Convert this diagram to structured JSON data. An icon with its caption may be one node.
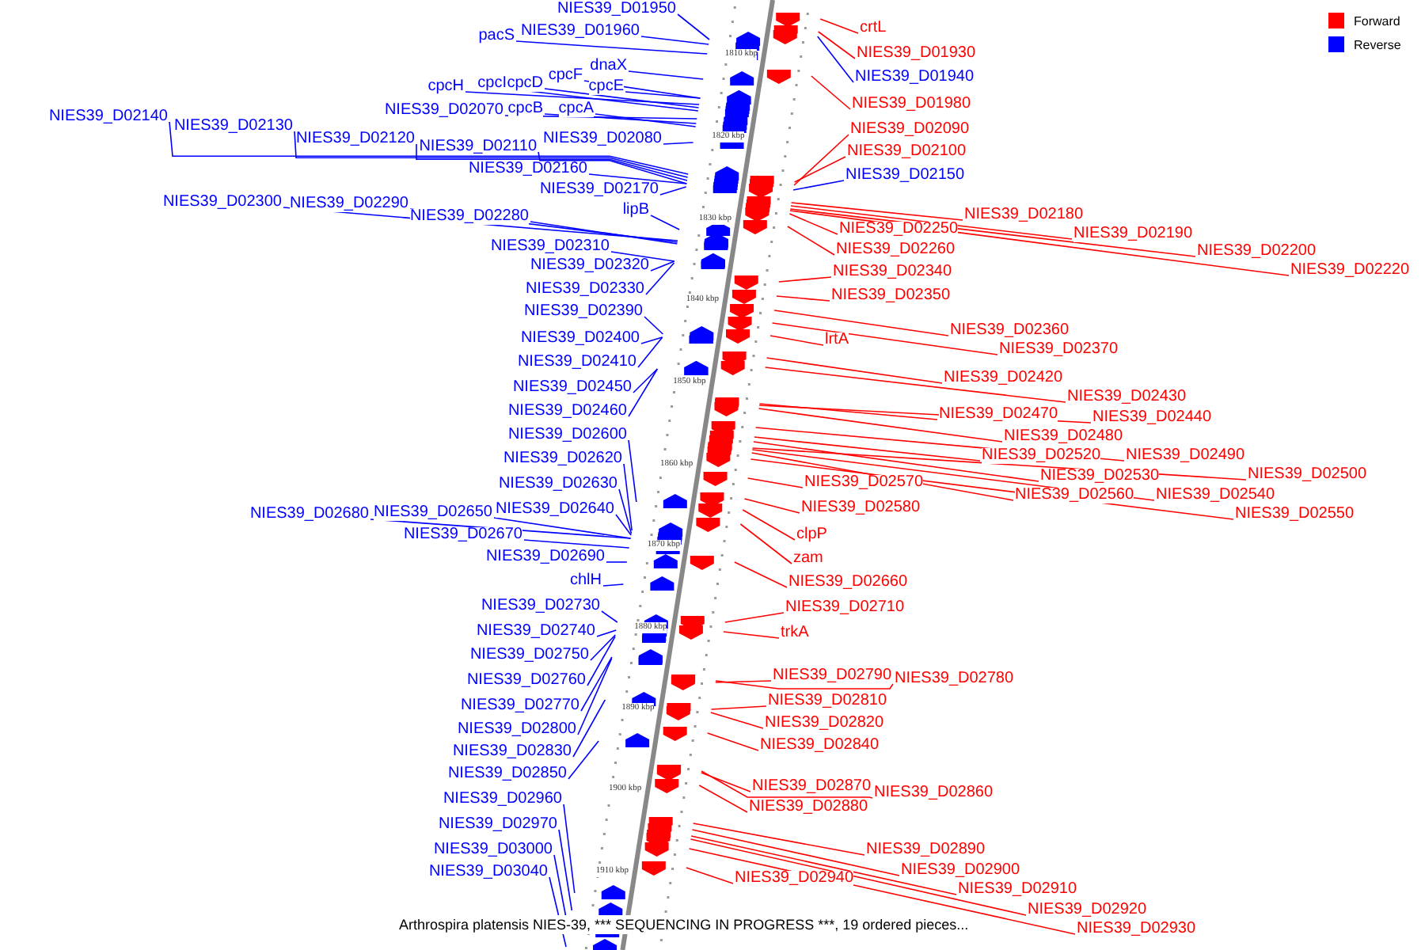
{
  "diagram": {
    "caption": "Arthrospira platensis NIES-39, *** SEQUENCING IN PROGRESS ***, 19 ordered pieces...",
    "nodes": [
      {
        "text": [
          "NIES39_D01950"
        ]
      },
      {
        "text": [
          "pacS"
        ]
      },
      {
        "text": [
          "NIES39_D01960"
        ]
      },
      {
        "text": [
          "dnaX"
        ]
      },
      {
        "text": [
          "cpcF"
        ]
      },
      {
        "text": [
          "cpcE"
        ]
      },
      {
        "text": [
          "cpcH"
        ]
      },
      {
        "text": [
          "cpcI"
        ]
      },
      {
        "text": [
          "cpcD"
        ]
      },
      {
        "text": [
          "NIES39_D02070"
        ]
      },
      {
        "text": [
          "cpcB"
        ]
      },
      {
        "text": [
          "cpcA"
        ]
      },
      {
        "text": [
          "NIES39_D02140"
        ]
      },
      {
        "text": [
          "NIES39_D02130"
        ]
      },
      {
        "text": [
          "NIES39_D02120"
        ]
      },
      {
        "text": [
          "NIES39_D02110"
        ]
      },
      {
        "text": [
          "NIES39_D02080"
        ]
      },
      {
        "text": [
          "NIES39_D02160"
        ]
      },
      {
        "text": [
          "NIES39_D02170"
        ]
      },
      {
        "text": [
          "NIES39_D02300"
        ]
      },
      {
        "text": [
          "NIES39_D02290"
        ]
      },
      {
        "text": [
          "NIES39_D02280"
        ]
      },
      {
        "text": [
          "lipB"
        ]
      },
      {
        "text": [
          "NIES39_D02310"
        ]
      },
      {
        "text": [
          "NIES39_D02320"
        ]
      },
      {
        "text": [
          "NIES39_D02330"
        ]
      },
      {
        "text": [
          "NIES39_D02390"
        ]
      },
      {
        "text": [
          "NIES39_D02400"
        ]
      },
      {
        "text": [
          "NIES39_D02410"
        ]
      },
      {
        "text": [
          "NIES39_D02450"
        ]
      },
      {
        "text": [
          "NIES39_D02460"
        ]
      },
      {
        "text": [
          "NIES39_D02600"
        ]
      },
      {
        "text": [
          "NIES39_D02620"
        ]
      },
      {
        "text": [
          "NIES39_D02630"
        ]
      },
      {
        "text": [
          "NIES39_D02680"
        ]
      },
      {
        "text": [
          "NIES39_D02650"
        ]
      },
      {
        "text": [
          "NIES39_D02640"
        ]
      },
      {
        "text": [
          "NIES39_D02670"
        ]
      },
      {
        "text": [
          "NIES39_D02690"
        ]
      },
      {
        "text": [
          "chlH"
        ]
      },
      {
        "text": [
          "NIES39_D02730"
        ]
      },
      {
        "text": [
          "NIES39_D02740"
        ]
      },
      {
        "text": [
          "NIES39_D02750"
        ]
      },
      {
        "text": [
          "NIES39_D02760"
        ]
      },
      {
        "text": [
          "NIES39_D02770"
        ]
      },
      {
        "text": [
          "NIES39_D02800"
        ]
      },
      {
        "text": [
          "NIES39_D02830"
        ]
      },
      {
        "text": [
          "NIES39_D02850"
        ]
      },
      {
        "text": [
          "NIES39_D02960"
        ]
      },
      {
        "text": [
          "NIES39_D02970"
        ]
      },
      {
        "text": [
          "NIES39_D03000"
        ]
      },
      {
        "text": [
          "NIES39_D03040"
        ]
      },
      {
        "text": [
          "crtL"
        ]
      },
      {
        "text": [
          "NIES39_D01930"
        ]
      },
      {
        "text": [
          "NIES39_D01940"
        ]
      },
      {
        "text": [
          "NIES39_D01980"
        ]
      },
      {
        "text": [
          "NIES39_D02090"
        ]
      },
      {
        "text": [
          "NIES39_D02100"
        ]
      },
      {
        "text": [
          "NIES39_D02150"
        ]
      },
      {
        "text": [
          "NIES39_D02180"
        ]
      },
      {
        "text": [
          "NIES39_D02250"
        ]
      },
      {
        "text": [
          "NIES39_D02190"
        ]
      },
      {
        "text": [
          "NIES39_D02200"
        ]
      },
      {
        "text": [
          "NIES39_D02260"
        ]
      },
      {
        "text": [
          "NIES39_D02220"
        ]
      },
      {
        "text": [
          "NIES39_D02340"
        ]
      },
      {
        "text": [
          "NIES39_D02350"
        ]
      },
      {
        "text": [
          "NIES39_D02360"
        ]
      },
      {
        "text": [
          "lrtA"
        ]
      },
      {
        "text": [
          "NIES39_D02370"
        ]
      },
      {
        "text": [
          "NIES39_D02420"
        ]
      },
      {
        "text": [
          "NIES39_D02430"
        ]
      },
      {
        "text": [
          "NIES39_D02470"
        ]
      },
      {
        "text": [
          "NIES39_D02440"
        ]
      },
      {
        "text": [
          "NIES39_D02480"
        ]
      },
      {
        "text": [
          "NIES39_D02520"
        ]
      },
      {
        "text": [
          "NIES39_D02490"
        ]
      },
      {
        "text": [
          "NIES39_D02530"
        ]
      },
      {
        "text": [
          "NIES39_D02500"
        ]
      },
      {
        "text": [
          "NIES39_D02570"
        ]
      },
      {
        "text": [
          "NIES39_D02560"
        ]
      },
      {
        "text": [
          "NIES39_D02540"
        ]
      },
      {
        "text": [
          "NIES39_D02550"
        ]
      },
      {
        "text": [
          "NIES39_D02580"
        ]
      },
      {
        "text": [
          "clpP"
        ]
      },
      {
        "text": [
          "zam"
        ]
      },
      {
        "text": [
          "NIES39_D02660"
        ]
      },
      {
        "text": [
          "NIES39_D02710"
        ]
      },
      {
        "text": [
          "trkA"
        ]
      },
      {
        "text": [
          "NIES39_D02790"
        ]
      },
      {
        "text": [
          "NIES39_D02780"
        ]
      },
      {
        "text": [
          "NIES39_D02810"
        ]
      },
      {
        "text": [
          "NIES39_D02820"
        ]
      },
      {
        "text": [
          "NIES39_D02840"
        ]
      },
      {
        "text": [
          "NIES39_D02870"
        ]
      },
      {
        "text": [
          "NIES39_D02860"
        ]
      },
      {
        "text": [
          "NIES39_D02880"
        ]
      },
      {
        "text": [
          "NIES39_D02890"
        ]
      },
      {
        "text": [
          "NIES39_D02900"
        ]
      },
      {
        "text": [
          "NIES39_D02910"
        ]
      },
      {
        "text": [
          "NIES39_D02920"
        ]
      },
      {
        "text": [
          "NIES39_D02930"
        ]
      },
      {
        "text": [
          "NIES39_D02940"
        ]
      }
    ],
    "edges": [
      {
        "from": 0,
        "to": null,
        "arrow": "none"
      },
      {
        "from": 1,
        "to": null,
        "arrow": "none"
      },
      {
        "from": 2,
        "to": null,
        "arrow": "none"
      },
      {
        "from": 3,
        "to": null,
        "arrow": "none"
      },
      {
        "from": 4,
        "to": null,
        "arrow": "none"
      },
      {
        "from": 5,
        "to": null,
        "arrow": "none"
      },
      {
        "from": 6,
        "to": null,
        "arrow": "none"
      },
      {
        "from": 7,
        "to": null,
        "arrow": "none"
      },
      {
        "from": 8,
        "to": null,
        "arrow": "none"
      },
      {
        "from": 9,
        "to": null,
        "arrow": "none"
      },
      {
        "from": 10,
        "to": null,
        "arrow": "none"
      },
      {
        "from": 11,
        "to": null,
        "arrow": "none"
      },
      {
        "from": 12,
        "to": null,
        "arrow": "none"
      },
      {
        "from": 13,
        "to": null,
        "arrow": "none"
      },
      {
        "from": 14,
        "to": null,
        "arrow": "none"
      },
      {
        "from": 15,
        "to": null,
        "arrow": "none"
      },
      {
        "from": 16,
        "to": null,
        "arrow": "none"
      },
      {
        "from": 17,
        "to": null,
        "arrow": "none"
      },
      {
        "from": 18,
        "to": null,
        "arrow": "none"
      },
      {
        "from": 19,
        "to": null,
        "arrow": "none"
      },
      {
        "from": 20,
        "to": null,
        "arrow": "none"
      },
      {
        "from": 21,
        "to": null,
        "arrow": "none"
      },
      {
        "from": 22,
        "to": null,
        "arrow": "none"
      },
      {
        "from": 23,
        "to": null,
        "arrow": "none"
      },
      {
        "from": 24,
        "to": null,
        "arrow": "none"
      },
      {
        "from": 25,
        "to": null,
        "arrow": "none"
      },
      {
        "from": 26,
        "to": null,
        "arrow": "none"
      },
      {
        "from": 27,
        "to": null,
        "arrow": "none"
      },
      {
        "from": 28,
        "to": null,
        "arrow": "none"
      },
      {
        "from": 29,
        "to": null,
        "arrow": "none"
      },
      {
        "from": 30,
        "to": null,
        "arrow": "none"
      },
      {
        "from": 31,
        "to": null,
        "arrow": "none"
      },
      {
        "from": 32,
        "to": null,
        "arrow": "none"
      },
      {
        "from": 33,
        "to": null,
        "arrow": "none"
      },
      {
        "from": 34,
        "to": null,
        "arrow": "none"
      },
      {
        "from": 35,
        "to": null,
        "arrow": "none"
      },
      {
        "from": 36,
        "to": null,
        "arrow": "none"
      },
      {
        "from": 37,
        "to": null,
        "arrow": "none"
      },
      {
        "from": 38,
        "to": null,
        "arrow": "none"
      },
      {
        "from": 39,
        "to": null,
        "arrow": "none"
      },
      {
        "from": 40,
        "to": null,
        "arrow": "none"
      },
      {
        "from": 41,
        "to": null,
        "arrow": "none"
      },
      {
        "from": 42,
        "to": null,
        "arrow": "none"
      },
      {
        "from": 43,
        "to": null,
        "arrow": "none"
      },
      {
        "from": 44,
        "to": null,
        "arrow": "none"
      },
      {
        "from": 45,
        "to": null,
        "arrow": "none"
      },
      {
        "from": 46,
        "to": null,
        "arrow": "none"
      },
      {
        "from": 47,
        "to": null,
        "arrow": "none"
      },
      {
        "from": 48,
        "to": null,
        "arrow": "none"
      },
      {
        "from": 49,
        "to": null,
        "arrow": "none"
      },
      {
        "from": 50,
        "to": null,
        "arrow": "none"
      },
      {
        "from": 51,
        "to": null,
        "arrow": "none"
      },
      {
        "from": 52,
        "to": null,
        "arrow": "none",
        "color": "#ff0000"
      },
      {
        "from": 53,
        "to": null,
        "arrow": "none",
        "color": "#ff0000"
      },
      {
        "from": 54,
        "to": null,
        "arrow": "none"
      },
      {
        "from": 55,
        "to": null,
        "arrow": "none",
        "color": "#ff0000"
      },
      {
        "from": 56,
        "to": null,
        "arrow": "none",
        "color": "#ff0000"
      },
      {
        "from": 57,
        "to": null,
        "arrow": "none",
        "color": "#ff0000"
      },
      {
        "from": 58,
        "to": null,
        "arrow": "none"
      },
      {
        "from": 59,
        "to": null,
        "arrow": "none",
        "color": "#ff0000"
      },
      {
        "from": 60,
        "to": null,
        "arrow": "none",
        "color": "#ff0000"
      },
      {
        "from": 61,
        "to": null,
        "arrow": "none",
        "color": "#ff0000"
      },
      {
        "from": 62,
        "to": null,
        "arrow": "none",
        "color": "#ff0000"
      },
      {
        "from": 63,
        "to": null,
        "arrow": "none",
        "color": "#ff0000"
      },
      {
        "from": 64,
        "to": null,
        "arrow": "none",
        "color": "#ff0000"
      },
      {
        "from": 65,
        "to": null,
        "arrow": "none",
        "color": "#ff0000"
      },
      {
        "from": 66,
        "to": null,
        "arrow": "none",
        "color": "#ff0000"
      },
      {
        "from": 67,
        "to": null,
        "arrow": "none",
        "color": "#ff0000"
      },
      {
        "from": 68,
        "to": null,
        "arrow": "none",
        "color": "#ff0000"
      },
      {
        "from": 69,
        "to": null,
        "arrow": "none",
        "color": "#ff0000"
      },
      {
        "from": 70,
        "to": null,
        "arrow": "none",
        "color": "#ff0000"
      },
      {
        "from": 71,
        "to": null,
        "arrow": "none",
        "color": "#ff0000"
      },
      {
        "from": 72,
        "to": null,
        "arrow": "none",
        "color": "#ff0000"
      },
      {
        "from": 73,
        "to": null,
        "arrow": "none",
        "color": "#ff0000"
      },
      {
        "from": 74,
        "to": null,
        "arrow": "none",
        "color": "#ff0000"
      },
      {
        "from": 75,
        "to": null,
        "arrow": "none",
        "color": "#ff0000"
      },
      {
        "from": 76,
        "to": null,
        "arrow": "none",
        "color": "#ff0000"
      },
      {
        "from": 77,
        "to": null,
        "arrow": "none",
        "color": "#ff0000"
      },
      {
        "from": 78,
        "to": null,
        "arrow": "none",
        "color": "#ff0000"
      },
      {
        "from": 79,
        "to": null,
        "arrow": "none",
        "color": "#ff0000"
      },
      {
        "from": 80,
        "to": null,
        "arrow": "none",
        "color": "#ff0000"
      },
      {
        "from": 81,
        "to": null,
        "arrow": "none",
        "color": "#ff0000"
      },
      {
        "from": 82,
        "to": null,
        "arrow": "none",
        "color": "#ff0000"
      },
      {
        "from": 83,
        "to": null,
        "arrow": "none",
        "color": "#ff0000"
      },
      {
        "from": 84,
        "to": null,
        "arrow": "none",
        "color": "#ff0000"
      },
      {
        "from": 85,
        "to": null,
        "arrow": "none",
        "color": "#ff0000"
      },
      {
        "from": 86,
        "to": null,
        "arrow": "none",
        "color": "#ff0000"
      },
      {
        "from": 87,
        "to": null,
        "arrow": "none",
        "color": "#ff0000"
      },
      {
        "from": 88,
        "to": null,
        "arrow": "none",
        "color": "#ff0000"
      },
      {
        "from": 89,
        "to": null,
        "arrow": "none",
        "color": "#ff0000"
      },
      {
        "from": 90,
        "to": null,
        "arrow": "none",
        "color": "#ff0000"
      },
      {
        "from": 91,
        "to": null,
        "arrow": "none",
        "color": "#ff0000"
      },
      {
        "from": 92,
        "to": null,
        "arrow": "none",
        "color": "#ff0000"
      },
      {
        "from": 93,
        "to": null,
        "arrow": "none",
        "color": "#ff0000"
      },
      {
        "from": 94,
        "to": null,
        "arrow": "none",
        "color": "#ff0000"
      },
      {
        "from": 95,
        "to": null,
        "arrow": "none",
        "color": "#ff0000"
      },
      {
        "from": 96,
        "to": null,
        "arrow": "none",
        "color": "#ff0000"
      },
      {
        "from": 97,
        "to": null,
        "arrow": "none",
        "color": "#ff0000"
      },
      {
        "from": 98,
        "to": null,
        "arrow": "none",
        "color": "#ff0000"
      },
      {
        "from": 99,
        "to": null,
        "arrow": "none",
        "color": "#ff0000"
      },
      {
        "from": 100,
        "to": null,
        "arrow": "none",
        "color": "#ff0000"
      },
      {
        "from": 101,
        "to": null,
        "arrow": "none",
        "color": "#ff0000"
      },
      {
        "from": 102,
        "to": null,
        "arrow": "none",
        "color": "#ff0000"
      }
    ],
    "labels": [
      "1810 kbp",
      "1820 kbp",
      "1830 kbp",
      "1840 kbp",
      "1850 kbp",
      "1860 kbp",
      "1870 kbp",
      "1880 kbp",
      "1890 kbp",
      "1900 kbp",
      "1910 kbp"
    ],
    "legend": [
      {
        "text": "Forward",
        "color": "#ff0000"
      },
      {
        "text": "Reverse",
        "color": "#0000ff"
      }
    ]
  }
}
